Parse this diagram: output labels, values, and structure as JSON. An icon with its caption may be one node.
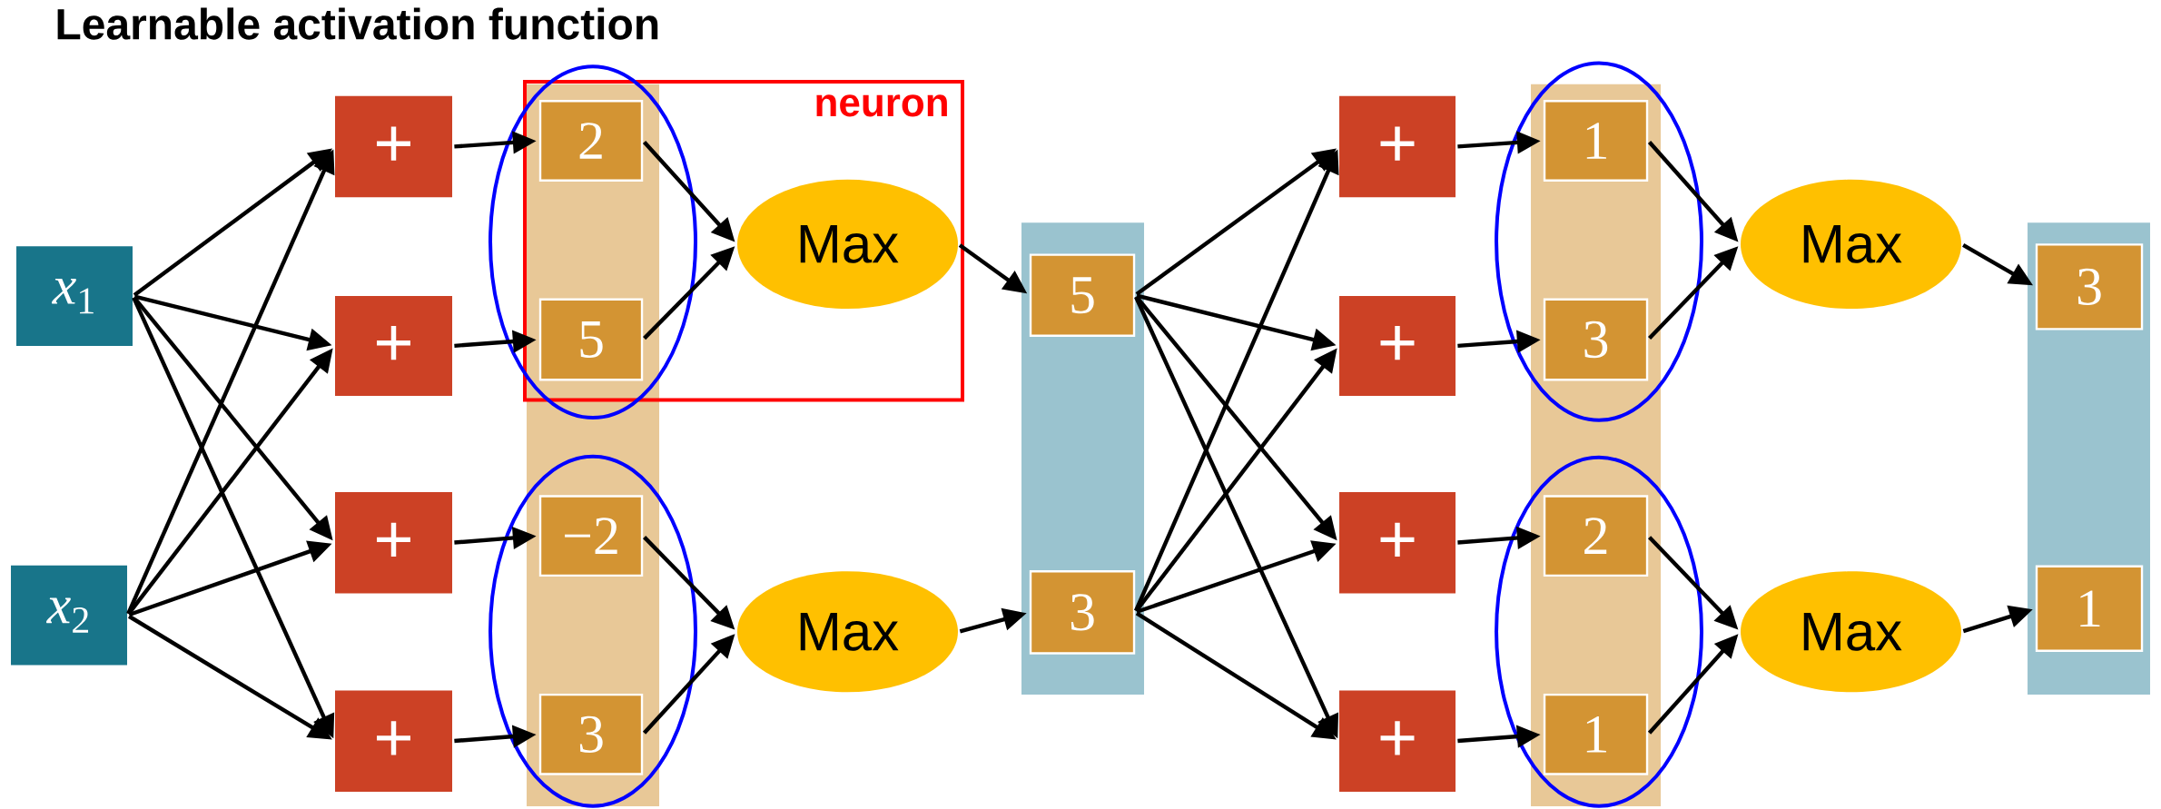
{
  "diagram": {
    "title": "Learnable activation function",
    "nodes": [
      {
        "text": [
          "*x*$_{1}$"
        ]
      },
      {
        "text": [
          "*x*$_{2}$"
        ]
      },
      {
        "text": [
          "+"
        ]
      },
      {
        "text": [
          "+"
        ]
      },
      {
        "text": [
          "+"
        ]
      },
      {
        "text": [
          "+"
        ]
      },
      {
        "text": [],
        "shape": "bar"
      },
      {
        "text": [
          "2"
        ]
      },
      {
        "text": [
          "5"
        ]
      },
      {
        "text": [
          "−2"
        ],
        "in": 6
      },
      {
        "text": [
          "3"
        ],
        "in": 6
      },
      {
        "text": [
          "neuron"
        ]
      },
      {
        "text": [
          "Max"
        ],
        "in": 11
      },
      {
        "text": [
          "Max"
        ]
      },
      {
        "text": [],
        "shape": "bar"
      },
      {
        "text": [
          "5"
        ],
        "in": 14
      },
      {
        "text": [
          "3"
        ],
        "in": 14
      },
      {
        "text": [
          "+"
        ]
      },
      {
        "text": [
          "+"
        ]
      },
      {
        "text": [
          "+"
        ]
      },
      {
        "text": [
          "+"
        ]
      },
      {
        "text": [],
        "shape": "bar"
      },
      {
        "text": [
          "1"
        ],
        "in": 21
      },
      {
        "text": [
          "3"
        ],
        "in": 21
      },
      {
        "text": [
          "2"
        ],
        "in": 21
      },
      {
        "text": [
          "1"
        ],
        "in": 21
      },
      {
        "text": [
          "Max"
        ]
      },
      {
        "text": [
          "Max"
        ]
      },
      {
        "text": [],
        "shape": "bar"
      },
      {
        "text": [
          "3"
        ],
        "in": 28
      },
      {
        "text": [
          "1"
        ],
        "in": 28
      }
    ],
    "edges": [
      {
        "from": 0,
        "to": 2,
        "arrow": "to"
      },
      {
        "from": 0,
        "to": 3,
        "arrow": "to"
      },
      {
        "from": 0,
        "to": 4,
        "arrow": "to"
      },
      {
        "from": 0,
        "to": 5,
        "arrow": "to"
      },
      {
        "from": 1,
        "to": 2,
        "arrow": "to"
      },
      {
        "from": 1,
        "to": 3,
        "arrow": "to"
      },
      {
        "from": 1,
        "to": 4,
        "arrow": "to"
      },
      {
        "from": 1,
        "to": 5,
        "arrow": "to"
      },
      {
        "from": 2,
        "to": 7,
        "arrow": "to"
      },
      {
        "from": 3,
        "to": 8,
        "arrow": "to"
      },
      {
        "from": 4,
        "to": 9,
        "arrow": "to"
      },
      {
        "from": 5,
        "to": 10,
        "arrow": "to"
      },
      {
        "from": 7,
        "to": 12,
        "arrow": "to"
      },
      {
        "from": 8,
        "to": 12,
        "arrow": "to"
      },
      {
        "from": 9,
        "to": 13,
        "arrow": "to"
      },
      {
        "from": 10,
        "to": 13,
        "arrow": "to"
      },
      {
        "from": 12,
        "to": 15,
        "arrow": "to"
      },
      {
        "from": 13,
        "to": 16,
        "arrow": "to"
      },
      {
        "from": 15,
        "to": 17,
        "arrow": "to"
      },
      {
        "from": 15,
        "to": 18,
        "arrow": "to"
      },
      {
        "from": 15,
        "to": 19,
        "arrow": "to"
      },
      {
        "from": 15,
        "to": 20,
        "arrow": "to"
      },
      {
        "from": 16,
        "to": 17,
        "arrow": "to"
      },
      {
        "from": 16,
        "to": 18,
        "arrow": "to"
      },
      {
        "from": 16,
        "to": 19,
        "arrow": "to"
      },
      {
        "from": 16,
        "to": 20,
        "arrow": "to"
      },
      {
        "from": 17,
        "to": 22,
        "arrow": "to"
      },
      {
        "from": 18,
        "to": 23,
        "arrow": "to"
      },
      {
        "from": 19,
        "to": 24,
        "arrow": "to"
      },
      {
        "from": 20,
        "to": 25,
        "arrow": "to"
      },
      {
        "from": 22,
        "to": 26,
        "arrow": "to"
      },
      {
        "from": 23,
        "to": 26,
        "arrow": "to"
      },
      {
        "from": 24,
        "to": 27,
        "arrow": "to"
      },
      {
        "from": 25,
        "to": 27,
        "arrow": "to"
      },
      {
        "from": 26,
        "to": 29,
        "arrow": "to"
      },
      {
        "from": 27,
        "to": 30,
        "arrow": "to"
      }
    ]
  }
}
